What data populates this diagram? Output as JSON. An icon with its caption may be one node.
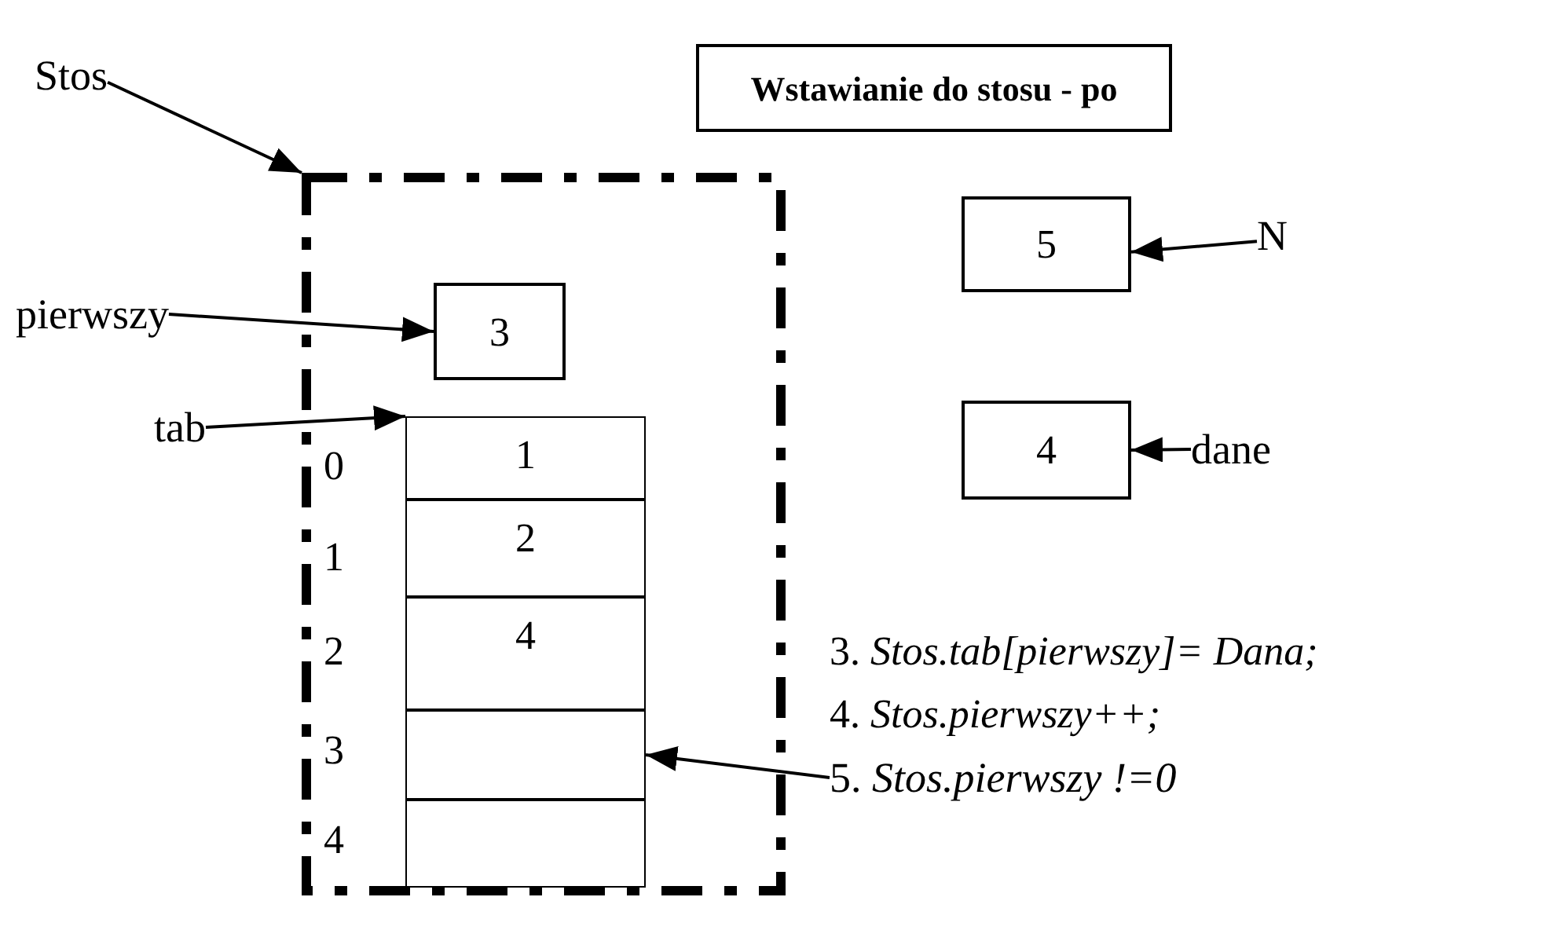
{
  "diagram": {
    "title": "Wstawianie do stosu - po",
    "nodes": [
      {
        "text": [
          "Stos"
        ]
      },
      {
        "text": [],
        "shape": "box"
      },
      {
        "text": [
          "pierwszy"
        ]
      },
      {
        "text": [
          "3"
        ],
        "in": 1
      },
      {
        "text": [
          "tab"
        ]
      },
      {
        "text": [],
        "shape": "box",
        "in": 1
      },
      {
        "text": [
          "1"
        ],
        "in": 5
      },
      {
        "text": [
          "2"
        ],
        "in": 5
      },
      {
        "text": [
          "4"
        ],
        "in": 5
      },
      {
        "text": [],
        "shape": "box",
        "in": 5
      },
      {
        "text": [],
        "shape": "box",
        "in": 5
      },
      {
        "text": [
          "5"
        ]
      },
      {
        "text": [
          "N"
        ]
      },
      {
        "text": [
          "4"
        ]
      },
      {
        "text": [
          "dane"
        ]
      },
      {
        "text": [
          "5. *Stos.pierwszy !=0*"
        ]
      }
    ],
    "edges": [
      {
        "from": 0,
        "to": 1,
        "arrow": "to"
      },
      {
        "from": 2,
        "to": 3,
        "arrow": "to"
      },
      {
        "from": 4,
        "to": 5,
        "arrow": "to"
      },
      {
        "from": 12,
        "to": 11,
        "arrow": "to"
      },
      {
        "from": 14,
        "to": 13,
        "arrow": "to"
      },
      {
        "from": 15,
        "to": 9,
        "arrow": "to"
      }
    ],
    "labels": [
      "0",
      "1",
      "2",
      "3",
      "4",
      "3.  *Stos.tab[pierwszy]= Dana;*",
      "4. *Stos.pierwszy++;*"
    ]
  }
}
